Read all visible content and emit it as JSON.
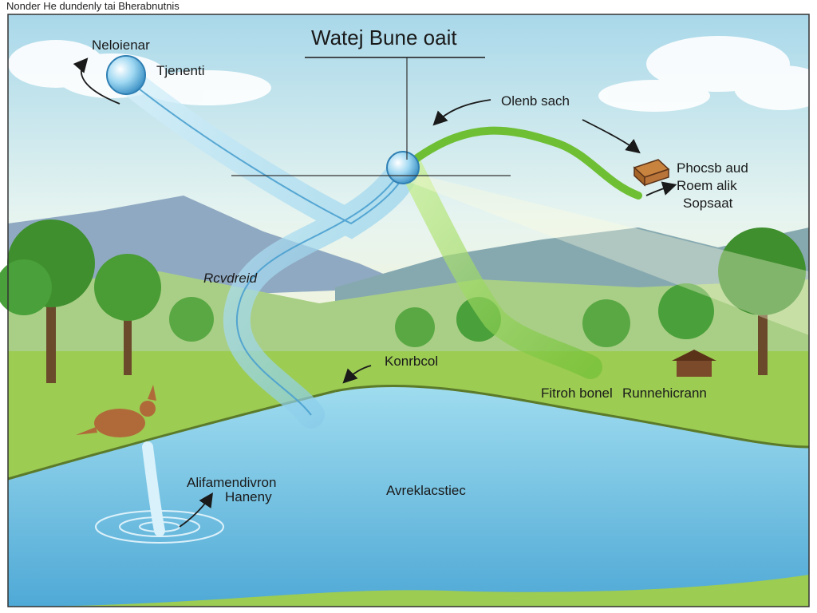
{
  "caption": "Nonder He dundenly tai Bherabnutnis",
  "title": "Watej Bune oait",
  "labels": {
    "top_left": "Neloienar",
    "droplet_label": "Tjenenti",
    "right_arrow": "Olenb sach",
    "right_note_1": "Phocsb aud",
    "right_note_2": "Roem alik",
    "right_note_3": "Sopsaat",
    "stream_left": "Rcvdreid",
    "stream_mid": "Konrbcol",
    "field_right_1": "Fitroh bonel",
    "field_right_2": "Runnehicrann",
    "river_left_1": "Alifamendivron",
    "river_left_2": "Haneny",
    "river_center": "Avreklacstiec"
  },
  "colors": {
    "sky": "#cfe9f2",
    "water": "#7cc6e6",
    "water_flow": "#a9dcf2",
    "green_flow": "#8fd24a",
    "grass": "#8cc63f",
    "mountain": "#7a9cb6",
    "tree": "#3f8f2e"
  },
  "icons": [
    "water-droplet-icon",
    "box-icon",
    "cabin-icon",
    "kangaroo-icon"
  ]
}
